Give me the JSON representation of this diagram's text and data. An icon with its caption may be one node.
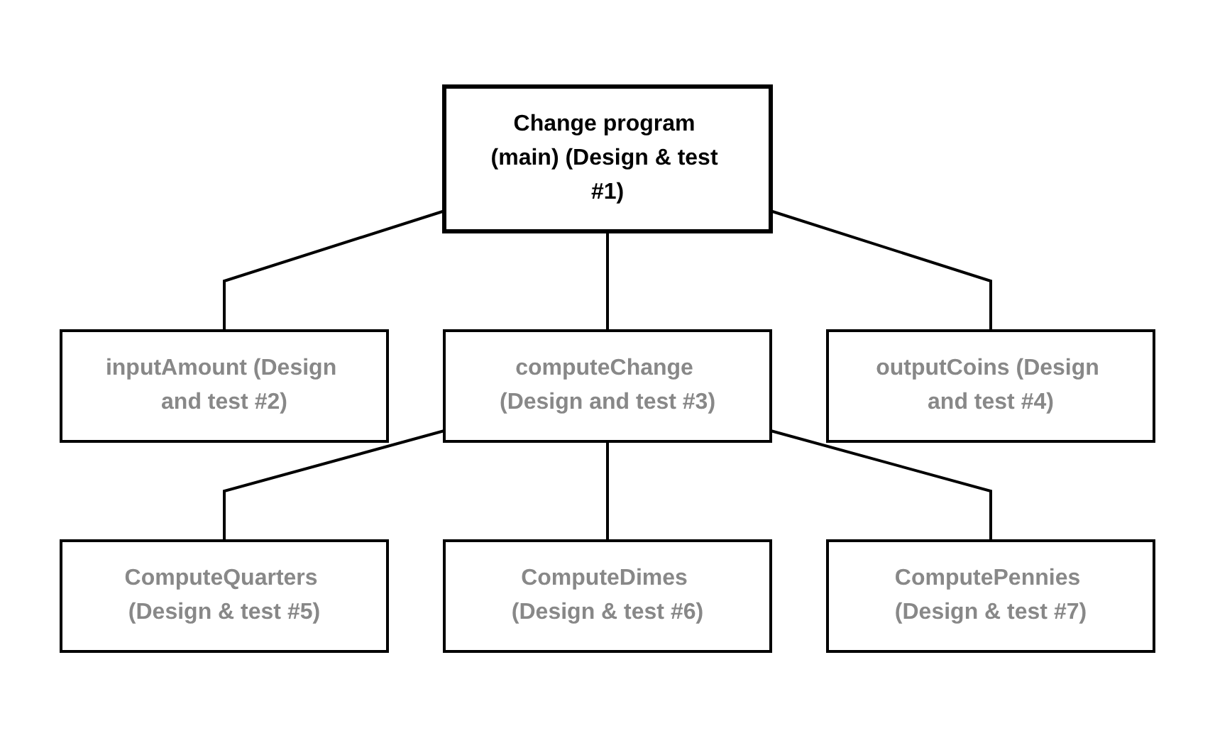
{
  "diagram": {
    "nodes": [
      {
        "text": [
          "Change program (main) (Design & test #1)"
        ]
      },
      {
        "text": [
          "inputAmount (Design and test #2)"
        ]
      },
      {
        "text": [
          "computeChange (Design and test #3)"
        ]
      },
      {
        "text": [
          "outputCoins (Design and test #4)"
        ]
      },
      {
        "text": [
          "ComputeQuarters (Design & test #5)"
        ]
      },
      {
        "text": [
          "ComputeDimes (Design & test #6)"
        ]
      },
      {
        "text": [
          "ComputePennies (Design & test #7)"
        ]
      }
    ],
    "edges": [
      {
        "from": 0,
        "to": 1,
        "arrow": "none"
      },
      {
        "from": 0,
        "to": 2,
        "arrow": "none"
      },
      {
        "from": 0,
        "to": 3,
        "arrow": "none"
      },
      {
        "from": 2,
        "to": 4,
        "arrow": "none"
      },
      {
        "from": 2,
        "to": 5,
        "arrow": "none"
      },
      {
        "from": 2,
        "to": 6,
        "arrow": "none"
      }
    ]
  }
}
